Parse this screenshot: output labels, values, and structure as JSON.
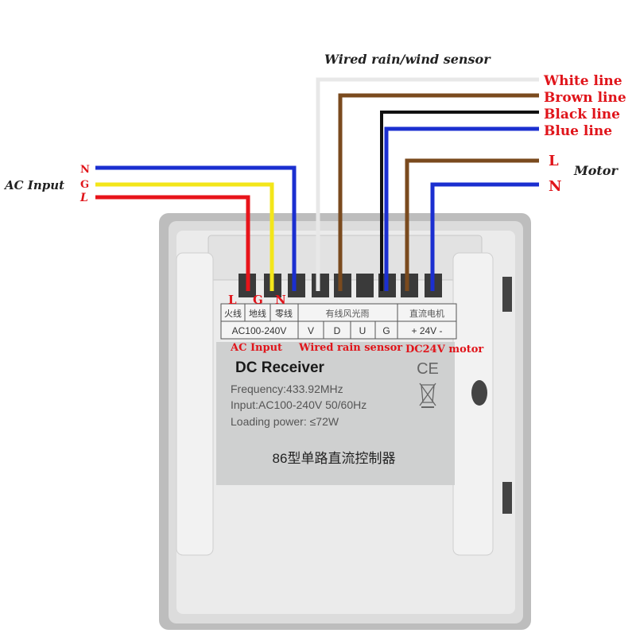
{
  "header": {
    "sensor_title": "Wired rain/wind sensor"
  },
  "sensor_lines": [
    {
      "label": "White line",
      "color": "#e8e8e8"
    },
    {
      "label": "Brown line",
      "color": "#7a4a1e"
    },
    {
      "label": "Black line",
      "color": "#111111"
    },
    {
      "label": "Blue line",
      "color": "#1b2fd0"
    }
  ],
  "motor": {
    "title": "Motor",
    "l_label": "L",
    "n_label": "N"
  },
  "ac_input": {
    "title": "AC Input",
    "n_label": "N",
    "g_label": "G",
    "l_label": "L"
  },
  "terminal_labels": {
    "l": "L",
    "g": "G",
    "n": "N"
  },
  "terminal_block": {
    "huoxian": "火线",
    "dixian": "地线",
    "lingxian": "零线",
    "sensor_group": "有线风光雨",
    "motor_group": "直流电机",
    "voltage": "AC100-240V",
    "v": "V",
    "d": "D",
    "u": "U",
    "g": "G",
    "dc": "+ 24V -"
  },
  "section_captions": {
    "ac": "AC Input",
    "sensor": "Wired rain sensor",
    "motor": "DC24V motor"
  },
  "label": {
    "title": "DC Receiver",
    "frequency": "Frequency:433.92MHz",
    "input": "Input:AC100-240V 50/60Hz",
    "loading": "Loading power: ≤72W",
    "model": "86型单路直流控制器",
    "ce": "CE"
  },
  "colors": {
    "red": "#e8141a",
    "yellow": "#f3e61a",
    "blue": "#1b2fd0",
    "brown": "#7a4a1e",
    "black": "#111111",
    "white_wire": "#e8e8e8",
    "caption_red": "#e0141a",
    "label_bg": "#cfd0d0",
    "housing": "#e9e9e9"
  }
}
